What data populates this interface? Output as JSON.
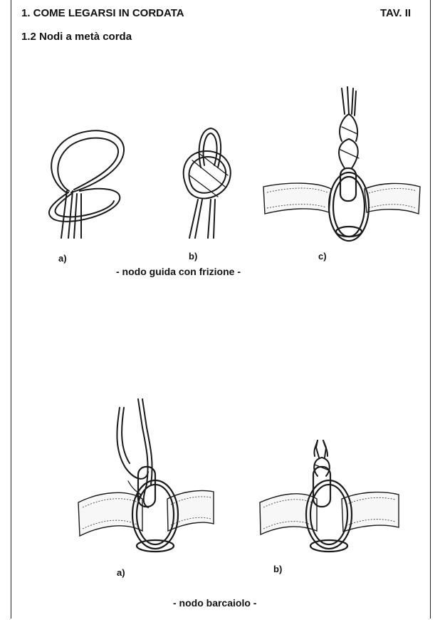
{
  "header": {
    "section_title": "1. COME LEGARSI IN CORDATA",
    "plate": "TAV. II",
    "subsection_title": "1.2 Nodi a metà corda"
  },
  "figure_top": {
    "labels": [
      "a)",
      "b)",
      "c)"
    ],
    "caption": "- nodo guida con frizione -"
  },
  "figure_bottom": {
    "labels": [
      "a)",
      "b)"
    ],
    "caption": "- nodo barcaiolo -"
  }
}
